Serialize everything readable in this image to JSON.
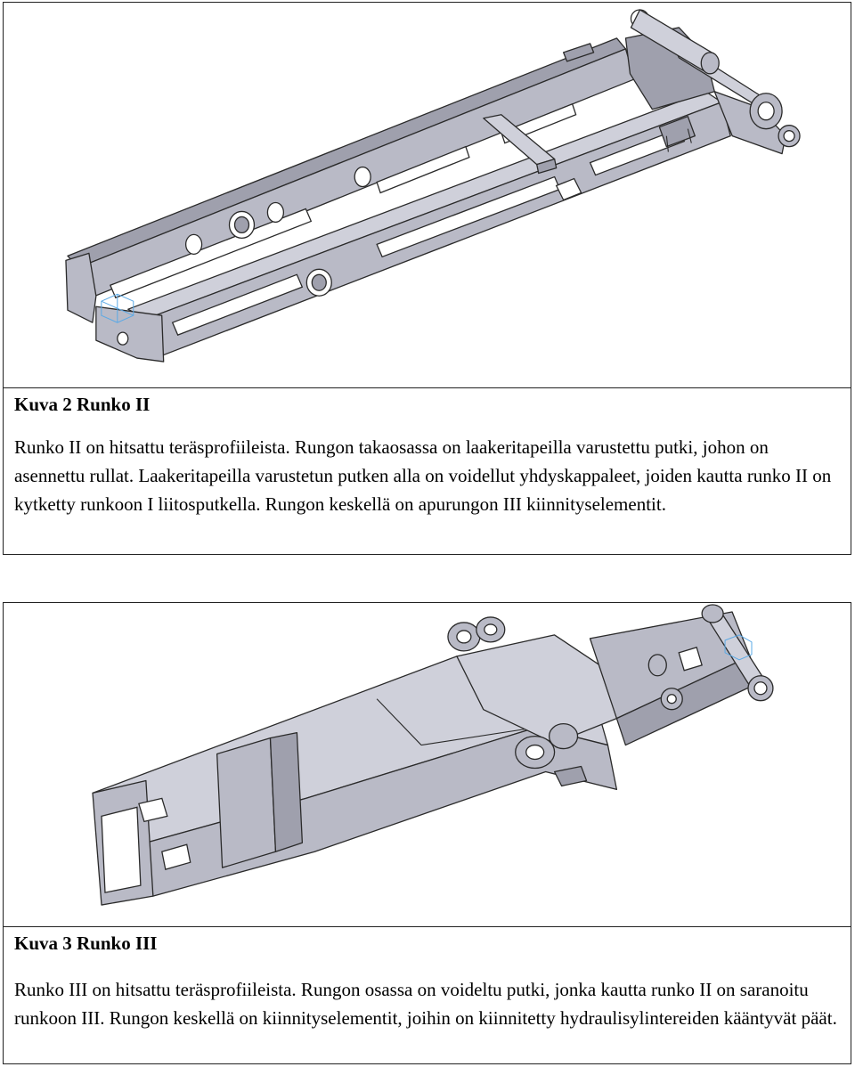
{
  "figures": [
    {
      "title": "Kuva 2 Runko II",
      "body": "Runko II on hitsattu teräsprofiileista. Rungon takaosassa on laakeritapeilla varustettu putki, johon on asennettu rullat. Laakeritapeilla varustetun putken alla on voidellut yhdyskappaleet, joiden kautta runko II on kytketty runkoon I liitosputkella. Rungon keskellä on apurungon III kiinnityselementit."
    },
    {
      "title": "Kuva 3 Runko III",
      "body": "Runko III on hitsattu teräsprofiileista. Rungon osassa on voideltu putki, jonka kautta runko II on saranoitu runkoon III. Rungon keskellä on kiinnityselementit, joihin on kiinnitetty hydraulisylintereiden kääntyvät päät."
    }
  ],
  "colors": {
    "metal": "#b9bac6",
    "metal_dark": "#9fa0ad",
    "outline": "#2a2a2a",
    "border": "#222222"
  }
}
